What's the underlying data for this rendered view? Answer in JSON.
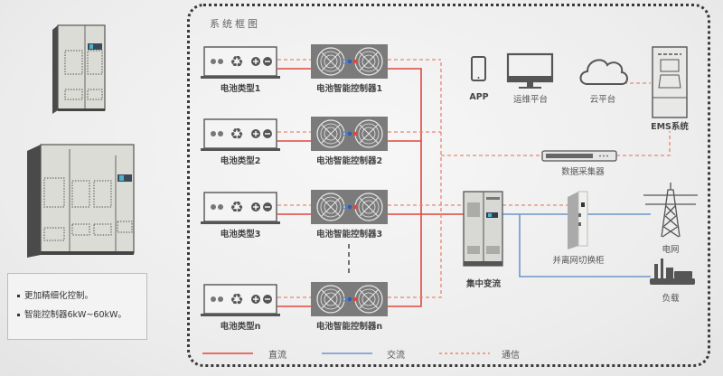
{
  "diagram": {
    "title": "系统框图",
    "batteries": [
      {
        "label": "电池类型1"
      },
      {
        "label": "电池类型2"
      },
      {
        "label": "电池类型3"
      },
      {
        "label": "电池类型n"
      }
    ],
    "controllers": [
      {
        "label": "电池智能控制器1"
      },
      {
        "label": "电池智能控制器2"
      },
      {
        "label": "电池智能控制器3"
      },
      {
        "label": "电池智能控制器n"
      }
    ],
    "central_pcs": {
      "label": "集中变流"
    },
    "switch_cabinet": {
      "label": "并离网切换柜"
    },
    "grid": {
      "label": "电网"
    },
    "load": {
      "label": "负载"
    },
    "app": {
      "label": "APP"
    },
    "ops_platform": {
      "label": "运维平台"
    },
    "cloud": {
      "label": "云平台"
    },
    "ems": {
      "label": "EMS系统"
    },
    "data_collector": {
      "label": "数据采集器"
    },
    "colors": {
      "dc": "#e0463c",
      "ac": "#6f96c8",
      "comm": "#e9866f",
      "device_gray": "#7b7b7b"
    }
  },
  "legend": [
    {
      "type": "dc",
      "label": "直流"
    },
    {
      "type": "ac",
      "label": "交流"
    },
    {
      "type": "comm",
      "label": "通信"
    }
  ],
  "notes": [
    "更加精细化控制。",
    "智能控制器6kW~60kW。"
  ]
}
